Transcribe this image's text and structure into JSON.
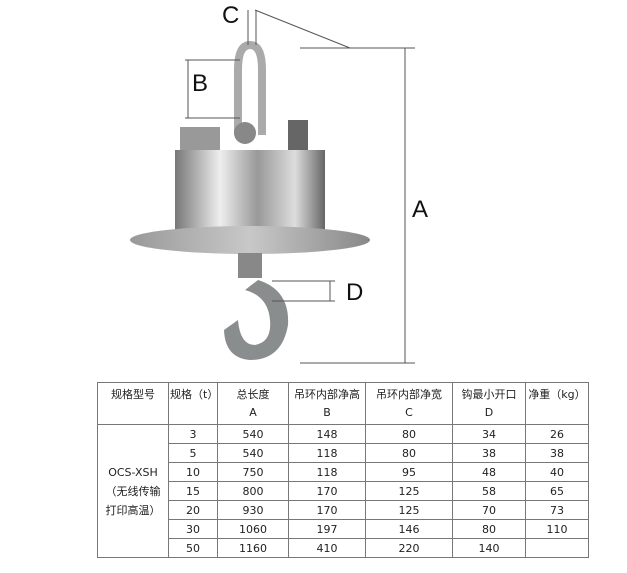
{
  "dimension_labels": {
    "a": "A",
    "b": "B",
    "c": "C",
    "d": "D"
  },
  "table": {
    "headers": [
      {
        "line1": "规格型号",
        "line2": ""
      },
      {
        "line1": "规格（t）",
        "line2": ""
      },
      {
        "line1": "总长度",
        "line2": "A"
      },
      {
        "line1": "吊环内部净高",
        "line2": "B"
      },
      {
        "line1": "吊环内部净宽",
        "line2": "C"
      },
      {
        "line1": "钩最小开口",
        "line2": "D"
      },
      {
        "line1": "净重（kg）",
        "line2": ""
      }
    ],
    "model": {
      "line1": "OCS-XSH",
      "line2": "（无线传输",
      "line3": "打印高温）"
    },
    "rows": [
      [
        "3",
        "540",
        "148",
        "80",
        "34",
        "26"
      ],
      [
        "5",
        "540",
        "118",
        "80",
        "38",
        "38"
      ],
      [
        "10",
        "750",
        "118",
        "95",
        "48",
        "40"
      ],
      [
        "15",
        "800",
        "170",
        "125",
        "58",
        "65"
      ],
      [
        "20",
        "930",
        "170",
        "125",
        "70",
        "73"
      ],
      [
        "30",
        "1060",
        "197",
        "146",
        "80",
        "110"
      ],
      [
        "50",
        "1160",
        "410",
        "220",
        "140",
        ""
      ]
    ]
  }
}
